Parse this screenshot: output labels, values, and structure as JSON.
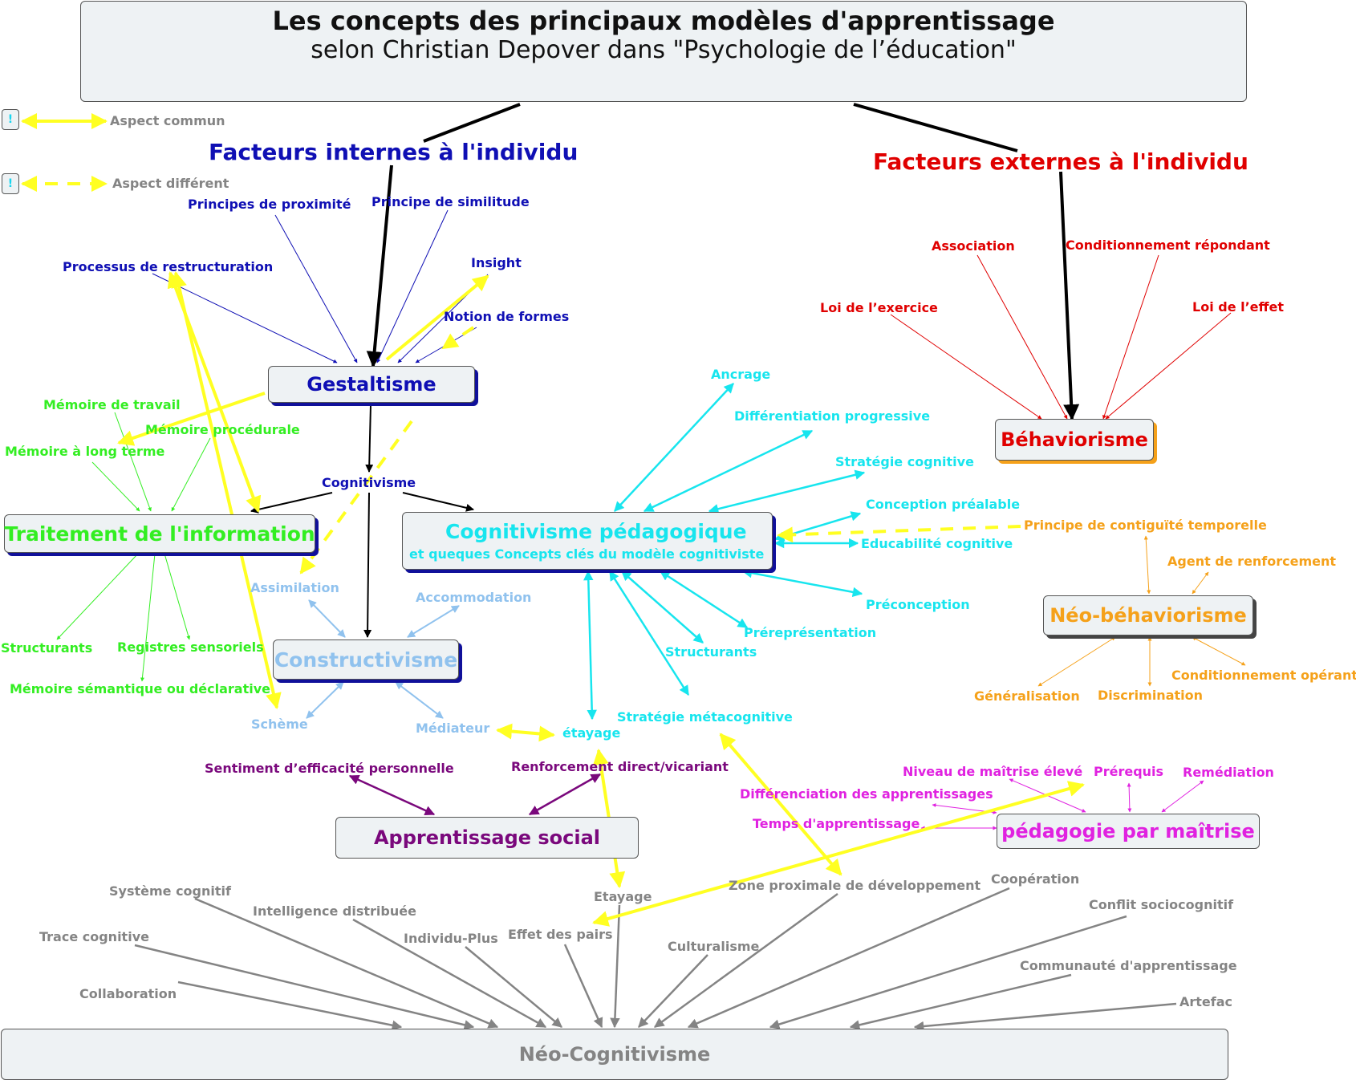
{
  "title": {
    "line1": "Les concepts des principaux modèles d'apprentissage",
    "line2": "selon Christian Depover dans \"Psychologie de l’éducation\""
  },
  "legend": {
    "common_label": "Aspect commun",
    "different_label": "Aspect différent",
    "badge": "!"
  },
  "colors": {
    "internal": "#0f0fb4",
    "external": "#e00000",
    "information_processing": "#33ee22",
    "constructivism": "#90c2ee",
    "pedagogical_cognitivism": "#17e5ee",
    "neo_behaviorism": "#f5a11a",
    "social_learning": "#7a087c",
    "mastery_learning": "#e022e0",
    "neo_cognitivism": "#848484",
    "highlight": "#ffff22"
  },
  "headings": {
    "internal": "Facteurs internes à l'individu",
    "external": "Facteurs externes à l'individu"
  },
  "nodes": {
    "gestalt": "Gestaltisme",
    "behaviorism": "Béhaviorisme",
    "cognitivism": "Cognitivisme",
    "info_processing": "Traitement de l'information",
    "constructivism": "Constructivisme",
    "cog_ped": "Cognitivisme pédagogique",
    "cog_ped_sub": "et queques Concepts clés du modèle cognitiviste",
    "neo_behaviorism": "Néo-béhaviorisme",
    "social_learning": "Apprentissage social",
    "mastery": "pédagogie par maîtrise",
    "neo_cognitivism": "Néo-Cognitivisme"
  },
  "gestalt_concepts": [
    "Principes de proximité",
    "Principe de similitude",
    "Processus de restructuration",
    "Insight",
    "Notion de formes"
  ],
  "behaviorism_concepts": [
    "Association",
    "Conditionnement répondant",
    "Loi de l’exercice",
    "Loi de l’effet"
  ],
  "info_concepts": [
    "Mémoire de travail",
    "Mémoire procédurale",
    "Mémoire à long terme",
    "Structurants",
    "Registres sensoriels",
    "Mémoire sémantique ou déclarative"
  ],
  "constructivism_concepts": [
    "Assimilation",
    "Accommodation",
    "Schème",
    "Médiateur"
  ],
  "cog_ped_concepts": [
    "Ancrage",
    "Différentiation progressive",
    "Stratégie cognitive",
    "Conception préalable",
    "Educabilité cognitive",
    "Préconception",
    "Préreprésentation",
    "Structurants",
    "Stratégie métacognitive",
    "étayage"
  ],
  "neo_behaviorism_concepts": [
    "Principe de contiguïté temporelle",
    "Agent de renforcement",
    "Généralisation",
    "Discrimination",
    "Conditionnement opérant"
  ],
  "social_concepts": [
    "Sentiment d’efficacité personnelle",
    "Renforcement direct/vicariant"
  ],
  "mastery_concepts": [
    "Niveau de maîtrise élevé",
    "Prérequis",
    "Remédiation",
    "Différenciation des apprentissages",
    "Temps d'apprentissage"
  ],
  "neo_cog_concepts": [
    "Système cognitif",
    "Intelligence distribuée",
    "Trace cognitive",
    "Individu-Plus",
    "Effet des pairs",
    "Etayage",
    "Zone proximale de développement",
    "Coopération",
    "Conflit sociocognitif",
    "Culturalisme",
    "Communauté d'apprentissage",
    "Collaboration",
    "Artefac"
  ]
}
